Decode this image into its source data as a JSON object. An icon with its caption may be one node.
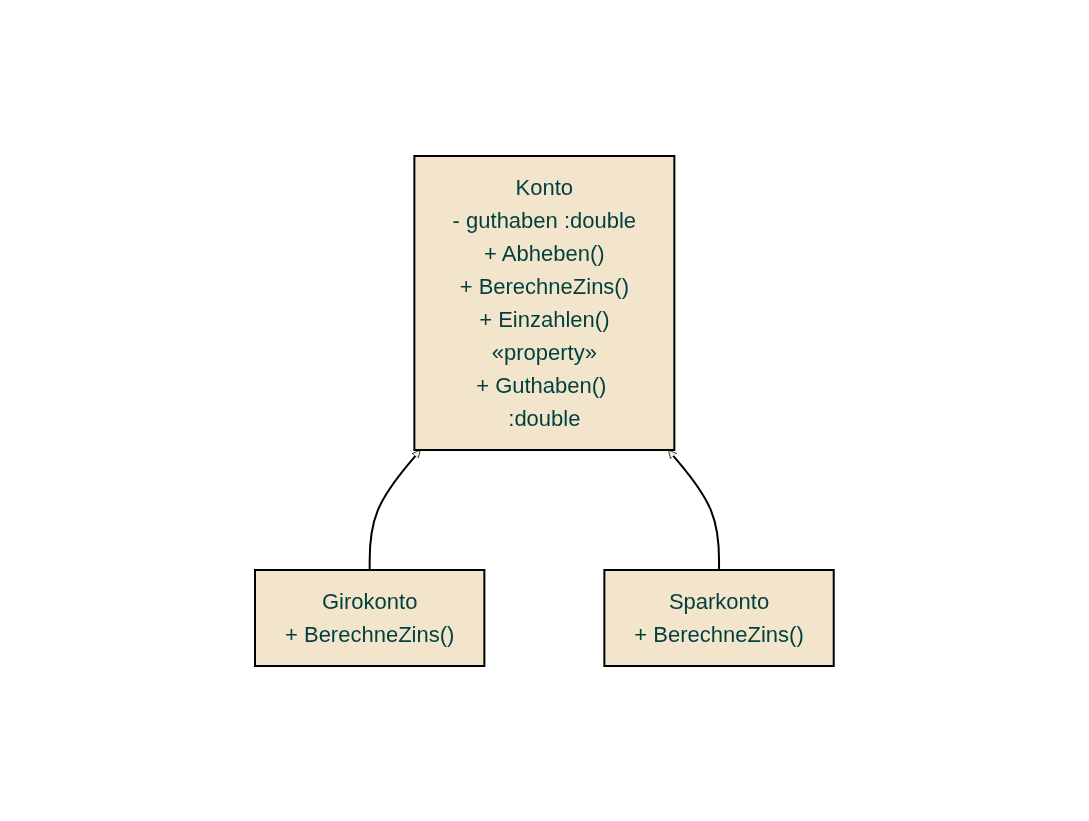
{
  "diagram": {
    "nodes": [
      {
        "text": [
          "Konto",
          "- guthaben :double",
          "+ Abheben()",
          "+ BerechneZins()",
          "+ Einzahlen()",
          "«property»",
          "+ Guthaben() :double"
        ]
      },
      {
        "text": [
          "Girokonto",
          "+ BerechneZins()"
        ]
      },
      {
        "text": [
          "Sparkonto",
          "+ BerechneZins()"
        ]
      }
    ],
    "edges": [
      {
        "from": 1,
        "to": 0,
        "arrow": "to"
      },
      {
        "from": 2,
        "to": 0,
        "arrow": "to"
      }
    ]
  }
}
